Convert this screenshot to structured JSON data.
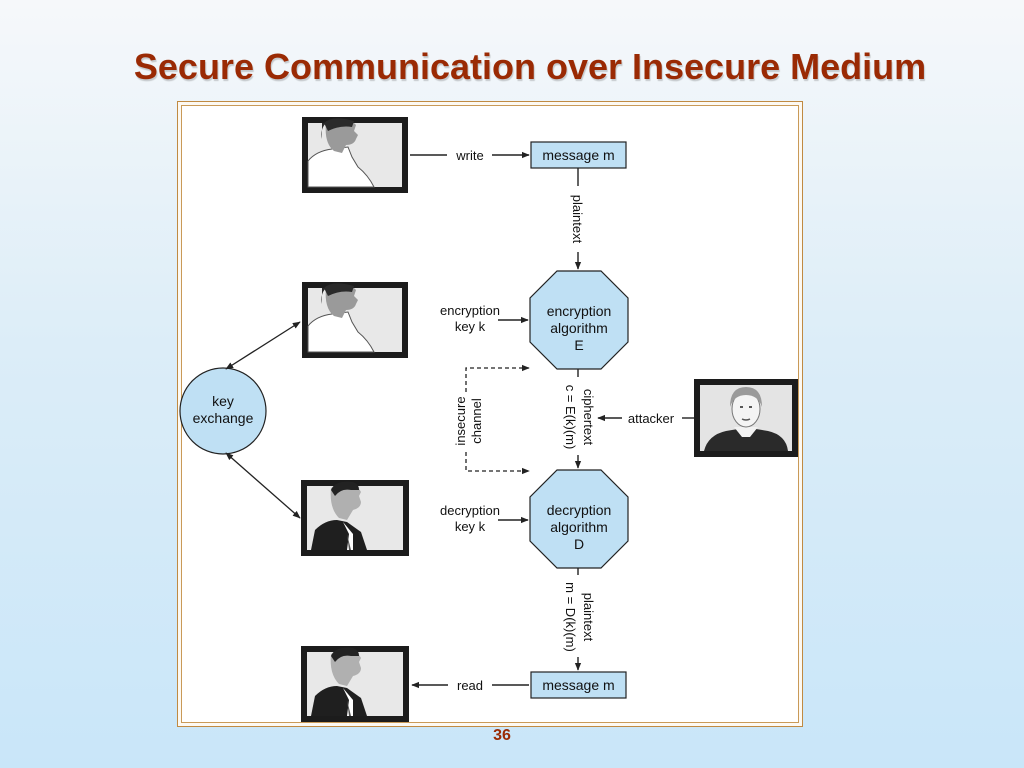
{
  "slide": {
    "title": "Secure Communication over Insecure Medium",
    "page_number": "36"
  },
  "diagram": {
    "nodes": {
      "message_top": "message m",
      "message_bottom": "message m",
      "encryption_algorithm": [
        "encryption",
        "algorithm",
        "E"
      ],
      "decryption_algorithm": [
        "decryption",
        "algorithm",
        "D"
      ],
      "key_exchange": [
        "key",
        "exchange"
      ]
    },
    "edges": {
      "write": "write",
      "read": "read",
      "plaintext_top": "plaintext",
      "encryption_key": [
        "encryption",
        "key k"
      ],
      "decryption_key": [
        "decryption",
        "key k"
      ],
      "ciphertext": [
        "ciphertext",
        "c = E(k)(m)"
      ],
      "plaintext_bottom": [
        "plaintext",
        "m = D(k)(m)"
      ],
      "insecure_channel": [
        "insecure",
        "channel"
      ],
      "attacker": "attacker"
    },
    "colors": {
      "node_fill": "#bfe0f4",
      "stroke": "#222222",
      "title": "#9a2a04"
    }
  }
}
